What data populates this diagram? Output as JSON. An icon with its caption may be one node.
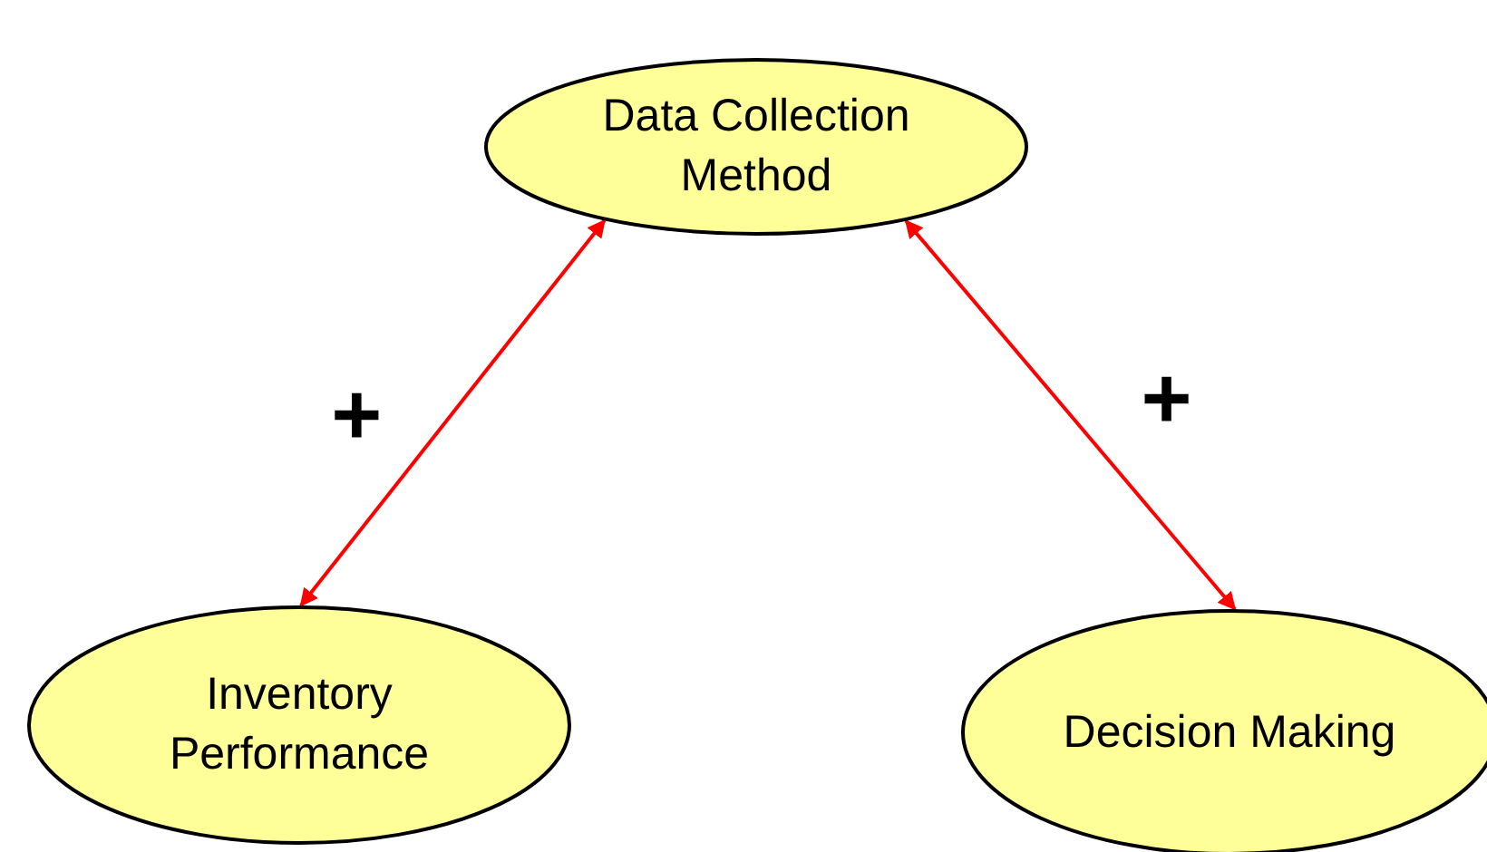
{
  "diagram": {
    "nodes": [
      {
        "text": [
          "Data Collection Method"
        ]
      },
      {
        "text": [
          "Inventory Performance"
        ]
      },
      {
        "text": [
          "Decision Making"
        ]
      }
    ],
    "edges": [
      {
        "from": 0,
        "to": 1,
        "arrow": "both",
        "label": "+",
        "color": "#ff0000"
      },
      {
        "from": 0,
        "to": 2,
        "arrow": "both",
        "label": "+",
        "color": "#ff0000"
      }
    ]
  }
}
